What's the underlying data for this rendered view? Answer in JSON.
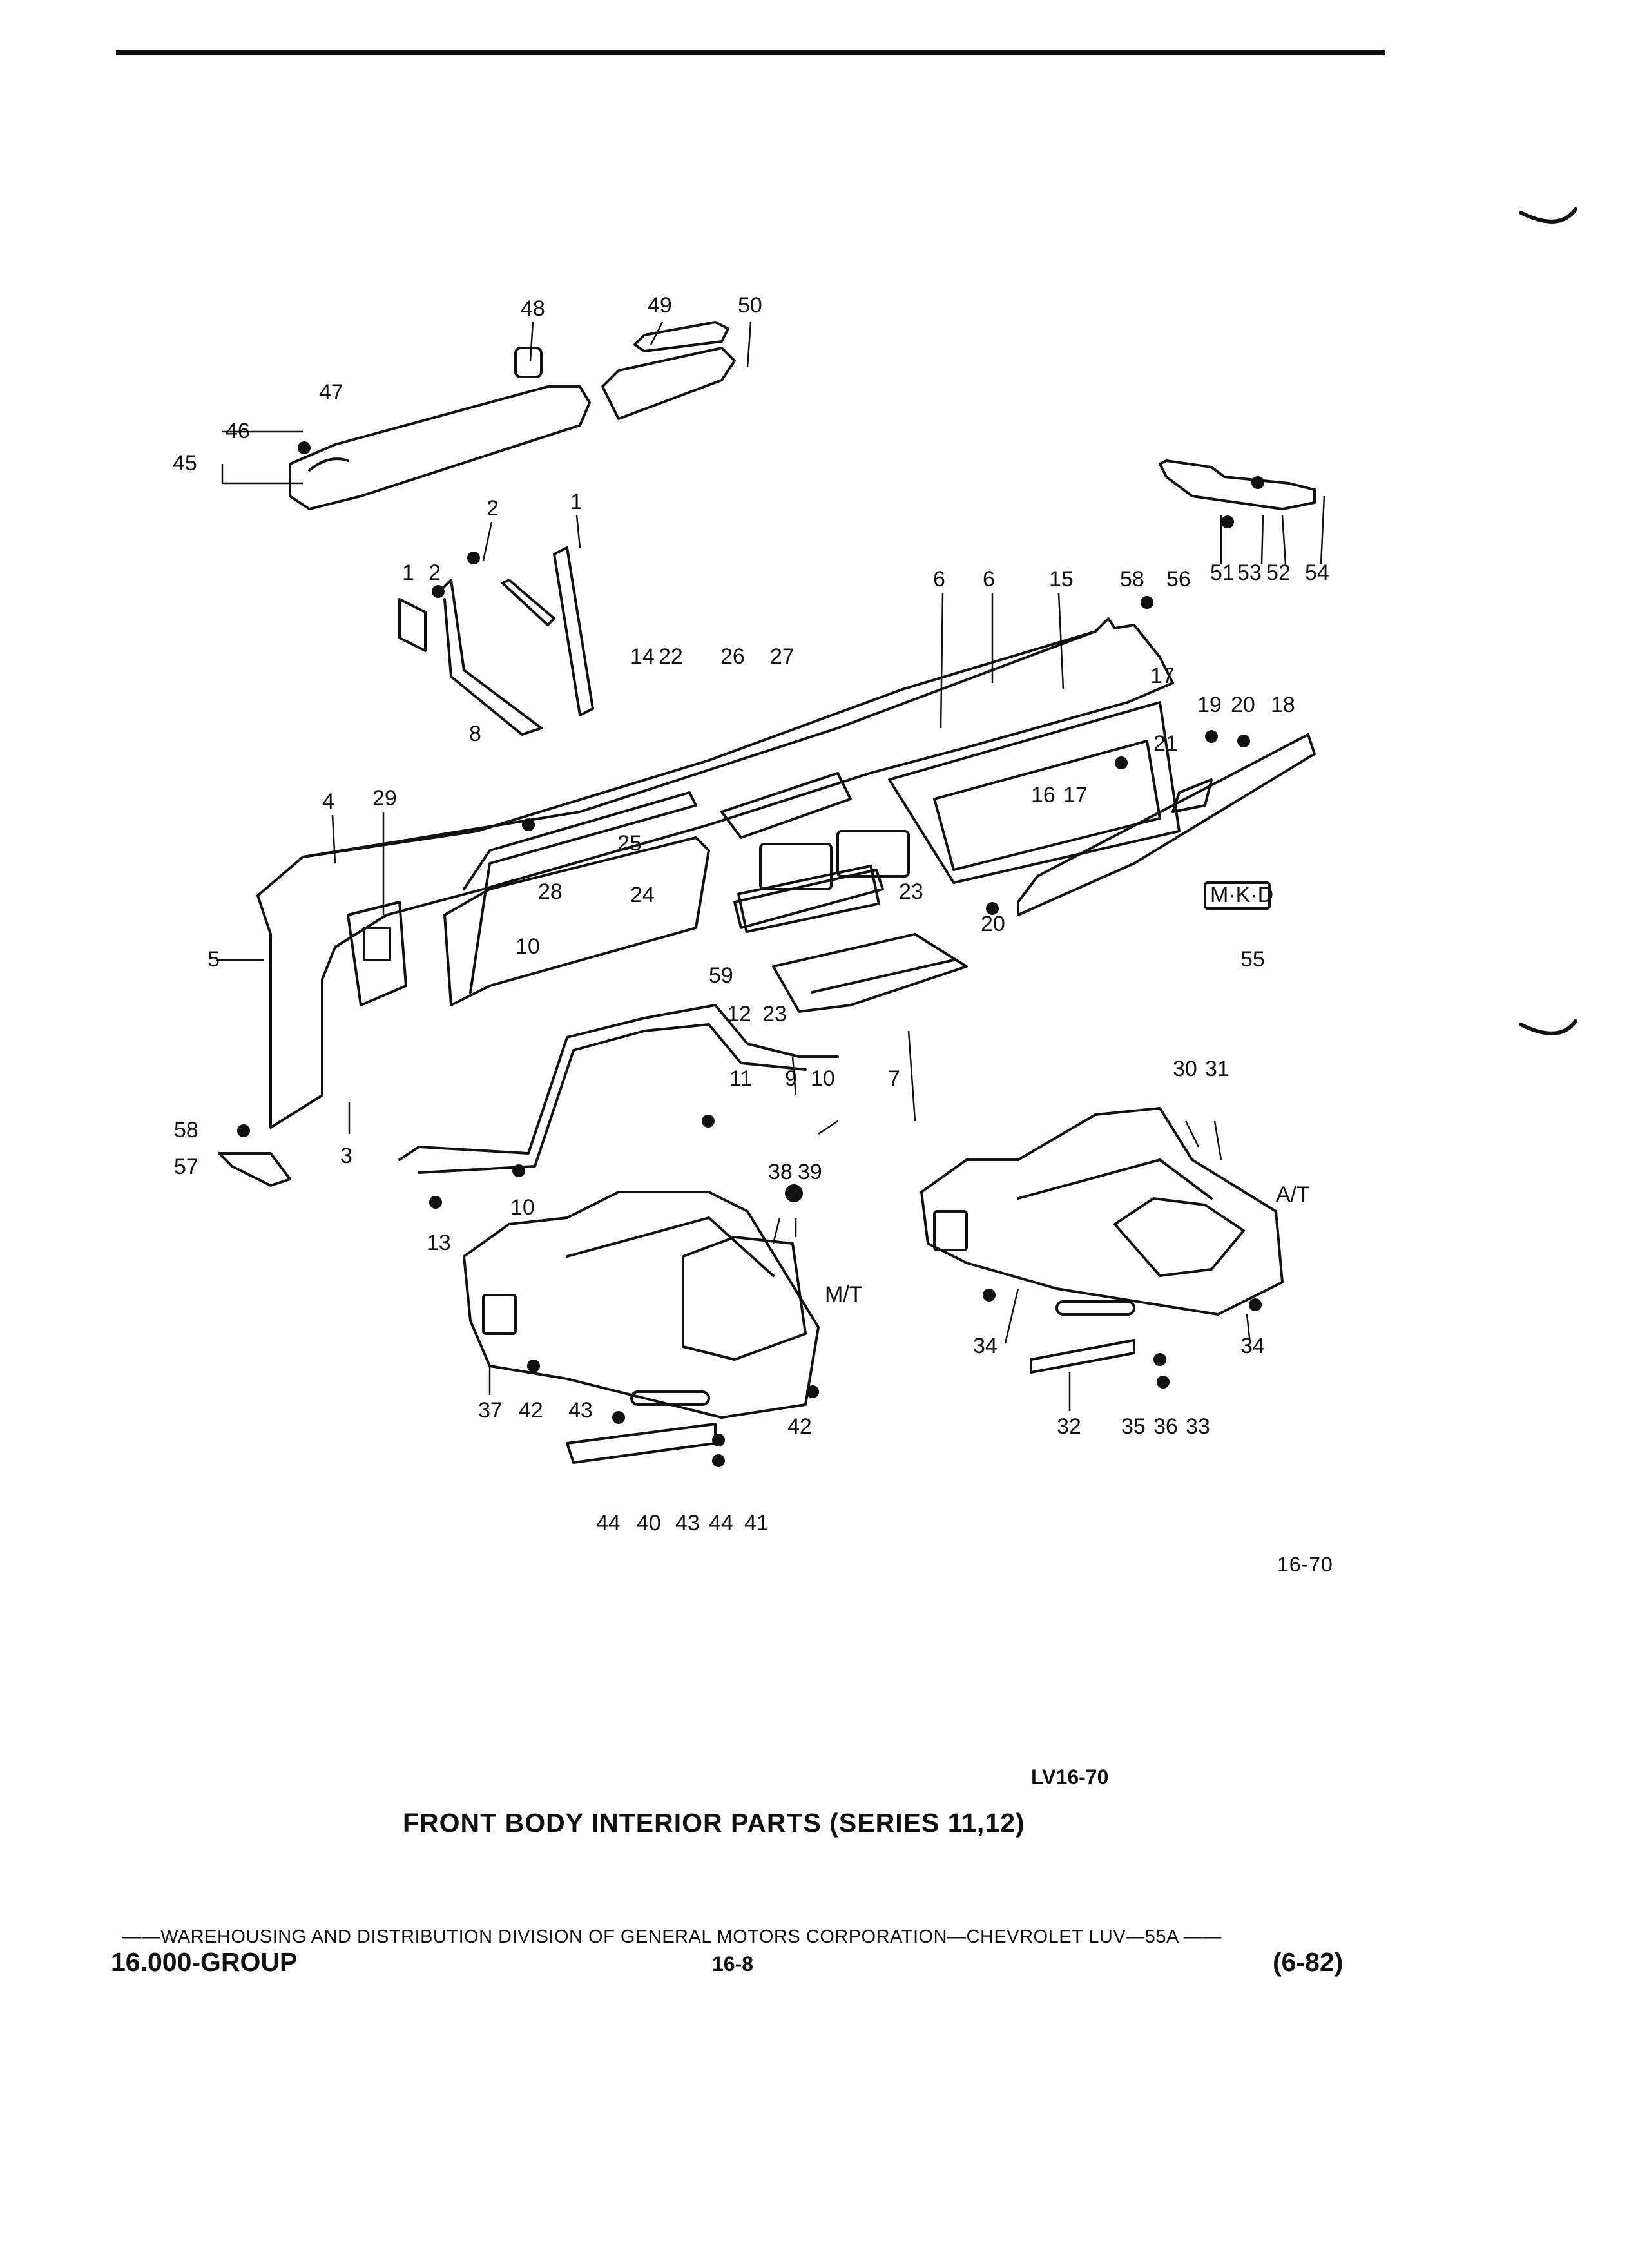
{
  "diagram": {
    "callouts": [
      "48",
      "49",
      "50",
      "47",
      "46",
      "45",
      "2",
      "1",
      "2",
      "1",
      "14",
      "22",
      "26",
      "27",
      "6",
      "6",
      "15",
      "58",
      "56",
      "51",
      "53",
      "52",
      "54",
      "8",
      "17",
      "19",
      "20",
      "18",
      "21",
      "16",
      "17",
      "4",
      "29",
      "25",
      "28",
      "24",
      "23",
      "10",
      "5",
      "20",
      "55",
      "59",
      "12",
      "23",
      "10",
      "9",
      "11",
      "7",
      "3",
      "58",
      "57",
      "13",
      "10",
      "30",
      "31",
      "38",
      "39",
      "A/T",
      "M/T",
      "34",
      "34",
      "37",
      "42",
      "43",
      "42",
      "32",
      "35",
      "36",
      "33",
      "44",
      "40",
      "43",
      "44",
      "41"
    ],
    "part_marking": "M·K·D"
  },
  "figure_ref": "16-70",
  "drawing_number": "LV16-70",
  "caption": "FRONT BODY INTERIOR PARTS (SERIES 11,12)",
  "footer": {
    "line": "——WAREHOUSING AND DISTRIBUTION  DIVISION OF GENERAL MOTORS CORPORATION—CHEVROLET LUV—55A  ——",
    "group": "16.000-GROUP",
    "page": "16-8",
    "date_code": "(6-82)"
  }
}
